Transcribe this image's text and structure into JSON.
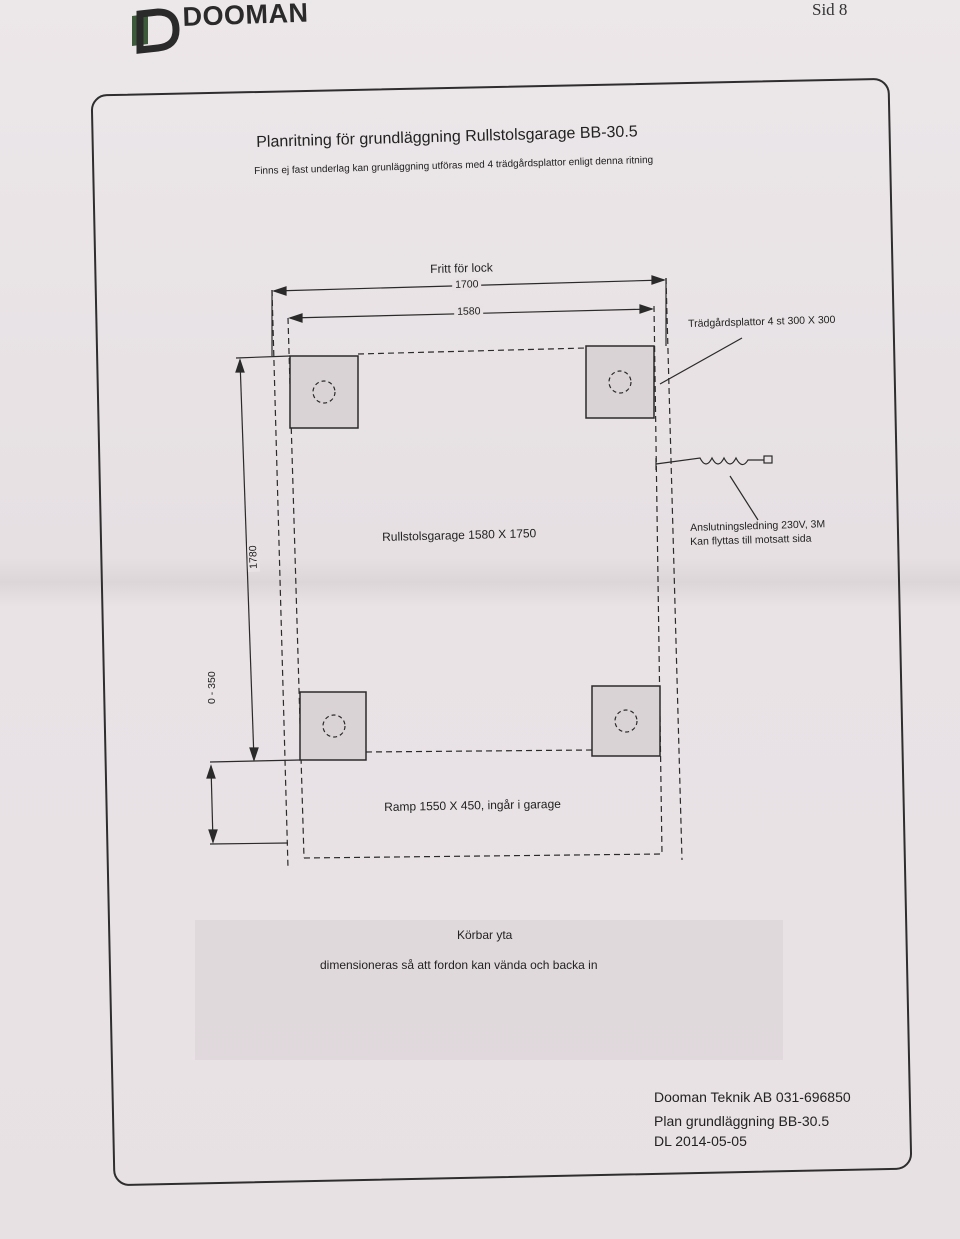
{
  "header": {
    "logo_text": "DOOMAN",
    "page_number": "Sid 8"
  },
  "drawing": {
    "title": "Planritning för grundläggning Rullstolsgarage BB-30.5",
    "subtitle": "Finns ej fast underlag kan grunläggning utföras med 4 trädgårdsplattor enligt denna ritning",
    "lid_clearance_label": "Fritt för lock",
    "dim_outer_width": "1700",
    "dim_inner_width": "1580",
    "dim_depth": "1780",
    "dim_ramp_range": "0 - 350",
    "slabs_label": "Trädgårdsplattor 4 st 300 X 300",
    "garage_label": "Rullstolsgarage 1580 X 1750",
    "cable_label_line1": "Anslutningsledning 230V, 3M",
    "cable_label_line2": "Kan flyttas till motsatt sida",
    "ramp_label": "Ramp 1550 X 450, ingår i garage",
    "driveable_title": "Körbar yta",
    "driveable_text": "dimensioneras så att fordon kan vända och backa in"
  },
  "footer": {
    "company": "Dooman Teknik AB 031-696850",
    "plan_name": "Plan grundläggning BB-30.5",
    "date": "DL 2014-05-05"
  },
  "colors": {
    "ink": "#222222",
    "logo_green": "#3d5a3a"
  }
}
